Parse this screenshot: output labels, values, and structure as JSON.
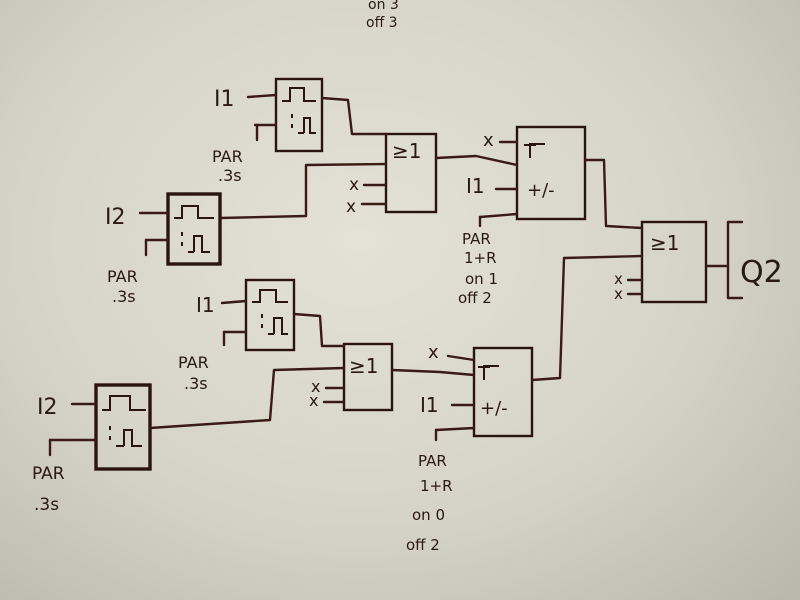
{
  "top_notes": [
    "on 3",
    "off 3"
  ],
  "upper_network": {
    "pulse_1": {
      "input": "I1",
      "params": [
        "PAR",
        ".3s"
      ]
    },
    "pulse_2": {
      "input": "I2",
      "params": [
        "PAR",
        ".3s"
      ]
    },
    "or_gate": {
      "label": "≥1",
      "unused_inputs": [
        "x",
        "x"
      ]
    },
    "counter": {
      "set_input": "x",
      "dir_input": "I1",
      "dir_label": "+/-",
      "params": [
        "PAR",
        "1+R",
        "on 1",
        "off 2"
      ]
    }
  },
  "lower_network": {
    "pulse_1": {
      "input": "I1",
      "params": [
        "PAR",
        ".3s"
      ]
    },
    "pulse_2": {
      "input": "I2",
      "params": [
        "PAR",
        ".3s"
      ]
    },
    "or_gate": {
      "label": "≥1",
      "unused_inputs": [
        "x",
        "x"
      ]
    },
    "counter": {
      "set_input": "x",
      "dir_input": "I1",
      "dir_label": "+/-",
      "params": [
        "PAR",
        "1+R",
        "on 0",
        "off 2"
      ]
    }
  },
  "output_gate": {
    "label": "≥1",
    "unused_inputs": [
      "x",
      "x"
    ],
    "output": "Q2"
  }
}
